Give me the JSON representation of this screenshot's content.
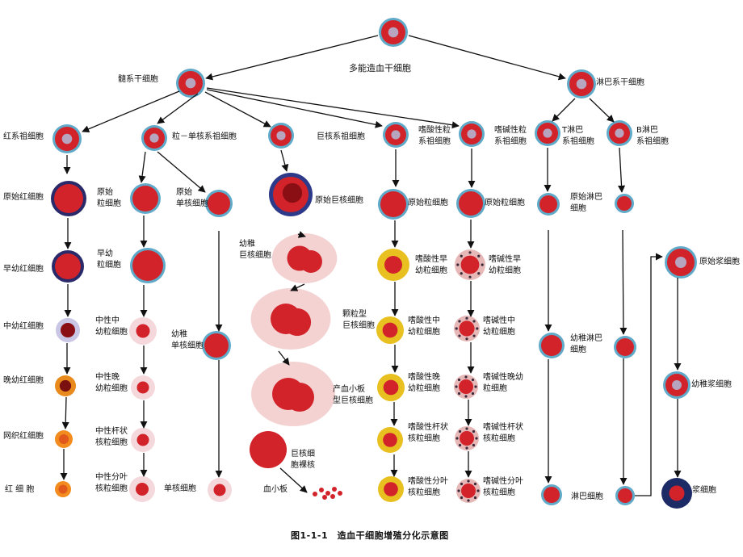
{
  "title": "多能造血干细胞",
  "caption": "图1-1-1　造血干细胞增殖分化示意图",
  "labels": {
    "myeloid_stem": "髓系干细胞",
    "lymphoid_stem": "淋巴系干细胞",
    "erythroid_progenitor": "红系祖细胞",
    "gm_progenitor": "粒－单核系祖细胞",
    "mega_progenitor": "巨核系祖细胞",
    "eos_progenitor": "嗜酸性粒\n系祖细胞",
    "baso_progenitor": "嗜碱性粒\n系祖细胞",
    "t_progenitor": "T淋巴\n系祖细胞",
    "b_progenitor": "B淋巴\n系祖细胞",
    "proerythroblast": "原始红细胞",
    "myeloblast": "原始\n粒细胞",
    "monoblast": "原始\n单核细胞",
    "megakaryoblast": "原始巨核细胞",
    "eos_myeloblast": "原始粒细胞",
    "baso_myeloblast": "原始粒细胞",
    "lymphoblast": "原始淋巴\n细胞",
    "early_erythroblast": "早幼红细胞",
    "promyelocyte": "早幼\n粒细胞",
    "promegakaryocyte": "幼稚\n巨核细胞",
    "eos_promyelocyte": "嗜酸性早\n幼粒细胞",
    "baso_promyelocyte": "嗜碱性早\n幼粒细胞",
    "plasmablast": "原始浆细胞",
    "mid_erythroblast": "中幼红细胞",
    "neut_myelocyte": "中性中\n幼粒细胞",
    "promonocyte": "幼稚\n单核细胞",
    "granular_mega": "颗粒型\n巨核细胞",
    "eos_myelocyte": "嗜酸性中\n幼粒细胞",
    "baso_myelocyte": "嗜碱性中\n幼粒细胞",
    "prolymphocyte": "幼稚淋巴\n细胞",
    "late_erythroblast": "晚幼红细胞",
    "neut_metamyelocyte": "中性晚\n幼粒细胞",
    "platelet_mega": "产血小板\n型巨核细胞",
    "eos_metamyelocyte": "嗜酸性晚\n幼粒细胞",
    "baso_metamyelocyte": "嗜碱性晚幼\n粒细胞",
    "proplasmacyte": "幼稚浆细胞",
    "reticulocyte": "网织红细胞",
    "neut_band": "中性杆状\n核粒细胞",
    "naked_nucleus": "巨核细\n胞裸核",
    "eos_band": "嗜酸性杆状\n核粒细胞",
    "baso_band": "嗜碱性杆状\n核粒细胞",
    "erythrocyte": "红 细 胞",
    "neut_segmented": "中性分叶\n核粒细胞",
    "monocyte": "单核细胞",
    "platelet": "血小板",
    "eos_segmented": "嗜酸性分叶\n核粒细胞",
    "baso_segmented": "嗜碱性分叶\n核粒细胞",
    "lymphocyte": "淋巴细胞",
    "plasma_cell": "浆细胞"
  },
  "colors": {
    "membrane": "#5fa9c9",
    "cytoplasm_red": "#d2232a",
    "nucleus_dark": "#8a0f14",
    "erythro_nucleus": "#2a2a6a",
    "eos_granule": "#e8c020",
    "baso_granule": "#3a2a3a",
    "arrow": "#111111"
  }
}
